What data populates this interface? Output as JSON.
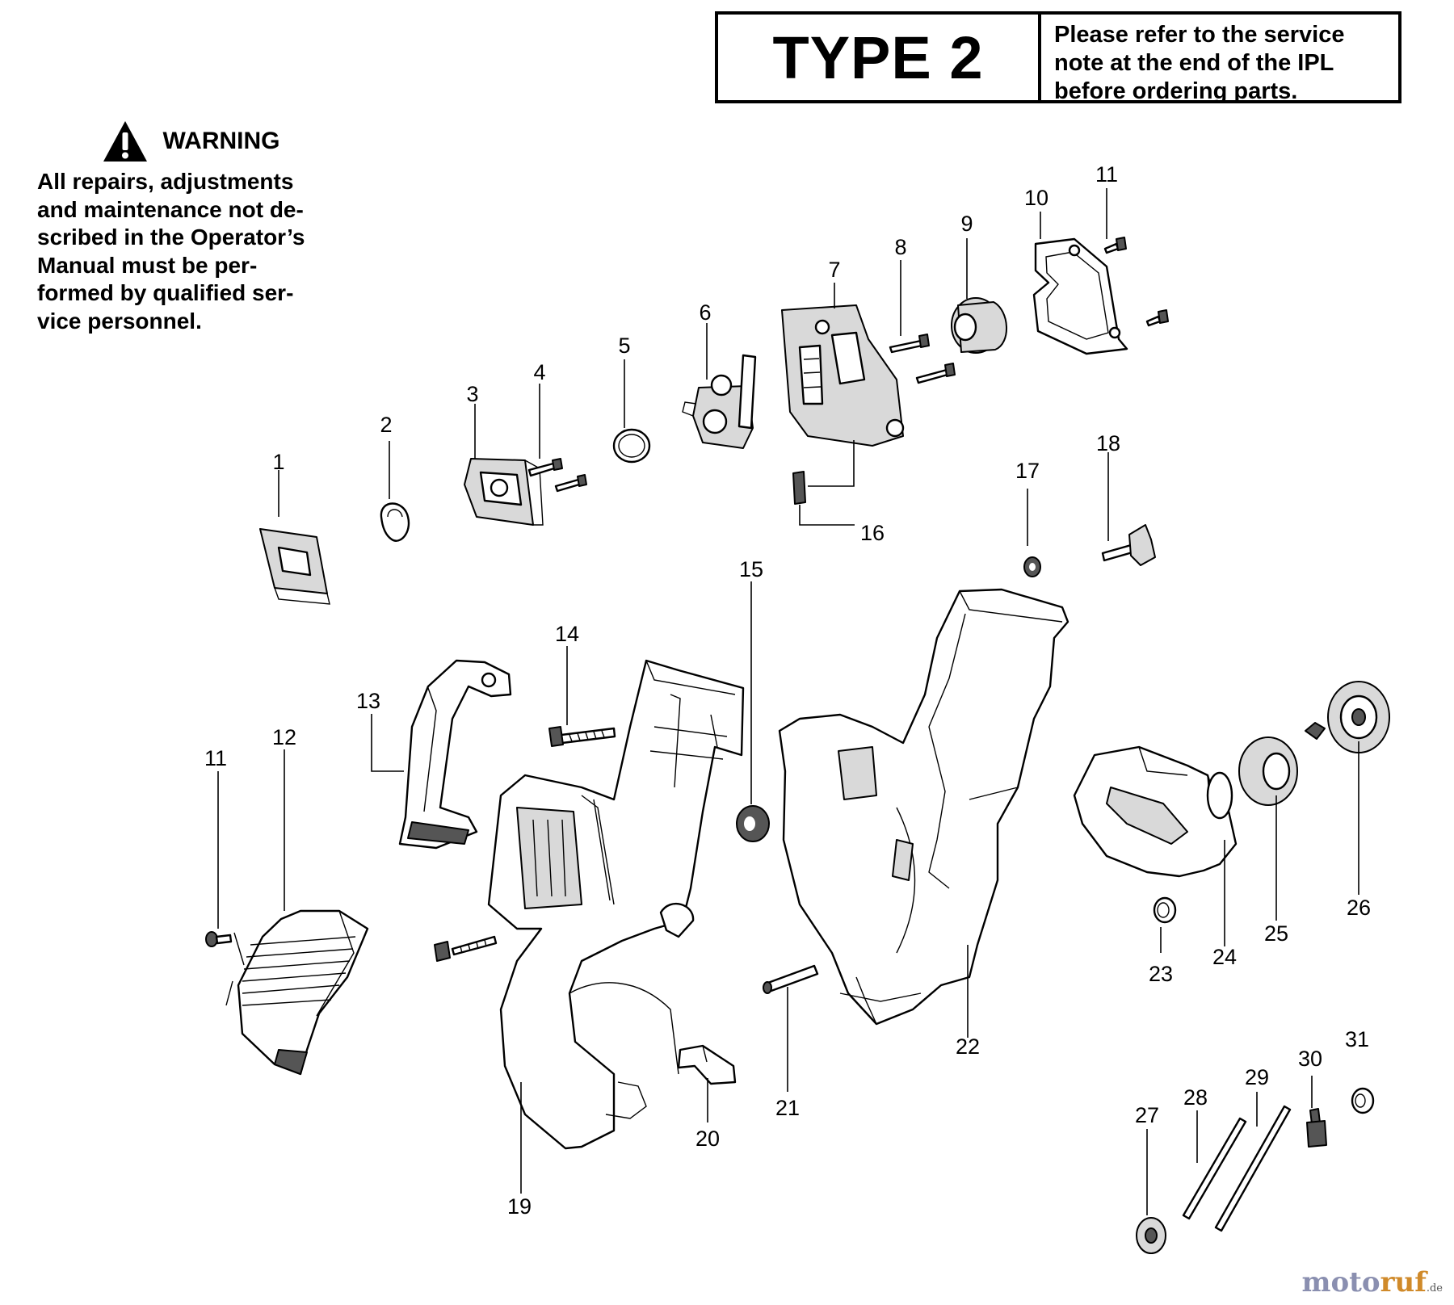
{
  "type_box": {
    "title": "TYPE 2",
    "note_lines": [
      "Please  refer  to the service",
      "note  at the end of the IPL",
      "before ordering  parts."
    ]
  },
  "warning": {
    "icon": "warning-triangle-icon",
    "title": "WARNING",
    "body_lines": [
      "All  repairs,  adjustments",
      "and maintenance not de-",
      "scribed in the Operator’s",
      "Manual   must   be   per-",
      "formed by qualified  ser-",
      "vice personnel."
    ]
  },
  "callouts": {
    "c1": "1",
    "c2": "2",
    "c3": "3",
    "c4": "4",
    "c5": "5",
    "c6": "6",
    "c7": "7",
    "c8": "8",
    "c9": "9",
    "c10": "10",
    "c11a": "11",
    "c11b": "11",
    "c12": "12",
    "c13": "13",
    "c14": "14",
    "c15": "15",
    "c16": "16",
    "c17": "17",
    "c18": "18",
    "c19": "19",
    "c20": "20",
    "c21": "21",
    "c22": "22",
    "c23": "23",
    "c24": "24",
    "c25": "25",
    "c26": "26",
    "c27": "27",
    "c28": "28",
    "c29": "29",
    "c30": "30",
    "c31": "31"
  },
  "watermark": {
    "main": "moto",
    "accent": "ruf",
    "tld": ".de"
  },
  "colors": {
    "line": "#000000",
    "background": "#ffffff",
    "watermark": "#8a8fb0",
    "watermark_accent": "#d08a2a"
  }
}
